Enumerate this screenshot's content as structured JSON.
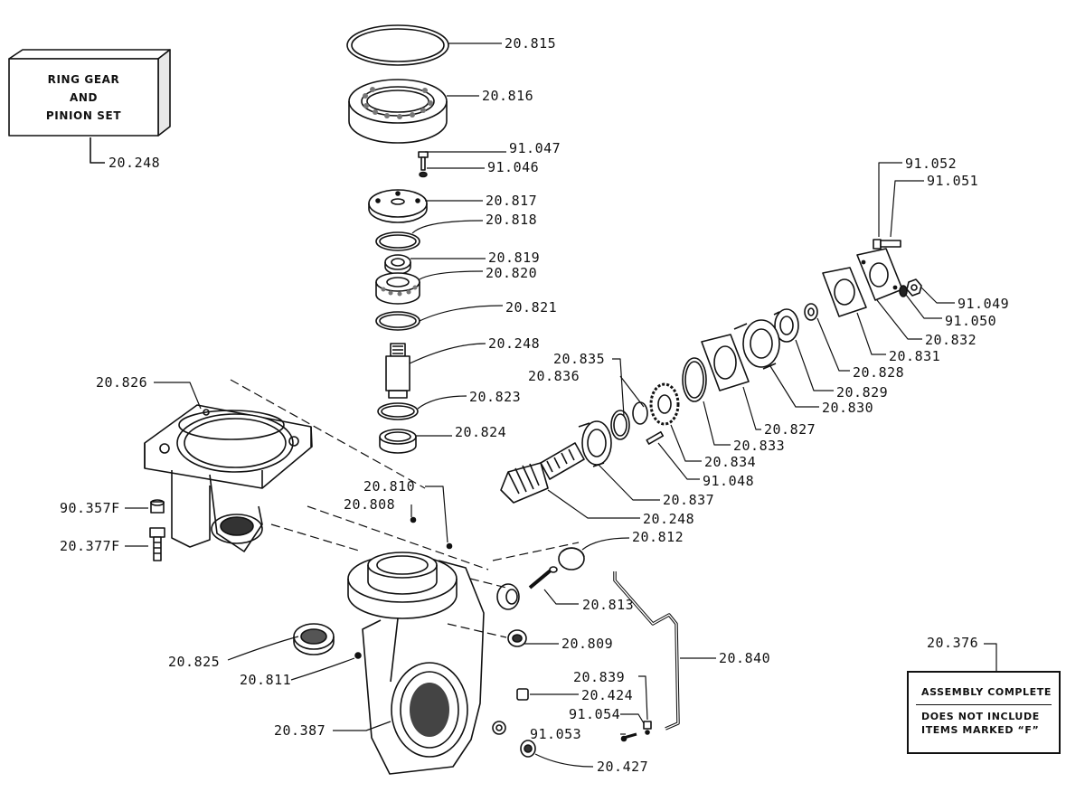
{
  "boxes": {
    "ring_gear": {
      "lines": [
        "RING GEAR",
        "AND",
        "PINION SET"
      ],
      "part": "20.248"
    },
    "assembly": {
      "part": "20.376",
      "title": "ASSEMBLY COMPLETE",
      "note_lines": [
        "DOES NOT INCLUDE",
        "ITEMS MARKED “F”"
      ]
    }
  },
  "labels": [
    "20.815",
    "20.816",
    "91.047",
    "91.046",
    "20.817",
    "20.818",
    "20.819",
    "20.820",
    "20.821",
    "20.248",
    "20.823",
    "20.824",
    "91.052",
    "91.051",
    "91.049",
    "91.050",
    "20.832",
    "20.831",
    "20.828",
    "20.829",
    "20.830",
    "20.827",
    "20.833",
    "20.834",
    "91.048",
    "20.837",
    "20.248",
    "20.835",
    "20.836",
    "20.826",
    "20.810",
    "20.808",
    "90.357F",
    "20.377F",
    "20.812",
    "20.813",
    "20.809",
    "20.840",
    "20.825",
    "20.811",
    "20.839",
    "20.424",
    "91.054",
    "91.053",
    "20.427",
    "20.387"
  ]
}
